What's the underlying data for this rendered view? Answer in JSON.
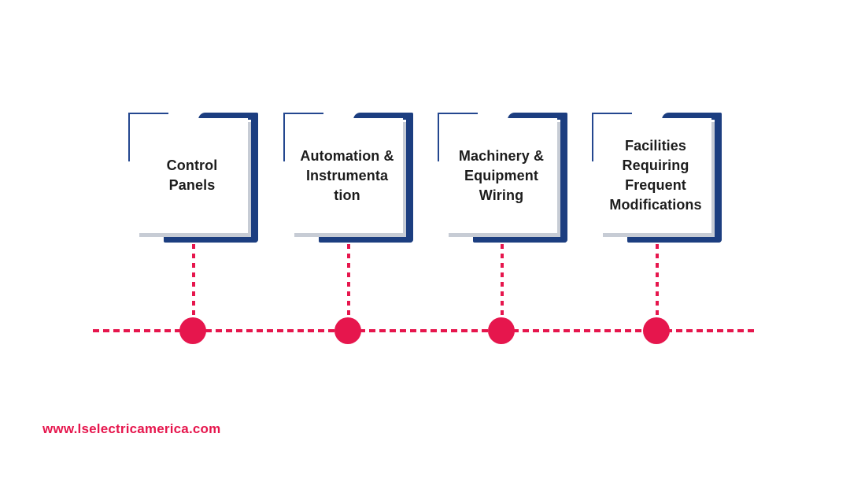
{
  "colors": {
    "navy": "#1c3e80",
    "bracket": "#24478f",
    "red": "#e6164d",
    "gray": "#c7ccd5",
    "text": "#1c1c1c"
  },
  "boxes": [
    {
      "label": "Control\nPanels"
    },
    {
      "label": "Automation &\nInstrumenta\ntion"
    },
    {
      "label": "Machinery &\nEquipment\nWiring"
    },
    {
      "label": "Facilities\nRequiring\nFrequent\nModifications"
    }
  ],
  "footer": {
    "website": "www.lselectricamerica.com"
  }
}
